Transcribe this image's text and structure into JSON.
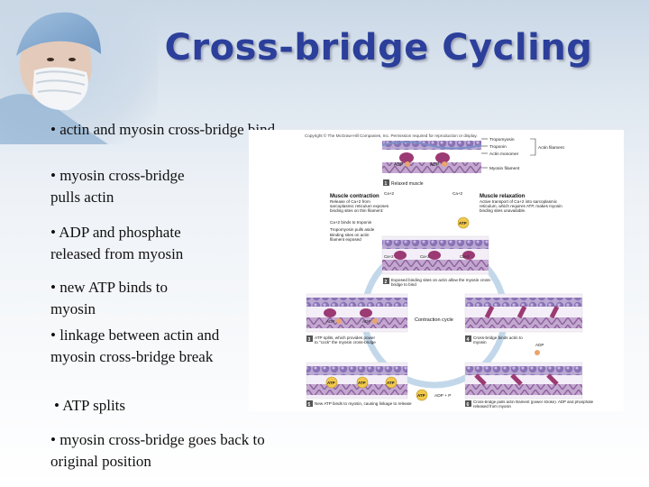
{
  "slide": {
    "title": "Cross-bridge Cycling",
    "bullets": [
      "• actin and myosin cross-bridge bind",
      "• myosin cross-bridge pulls actin",
      "• ADP and phosphate released from myosin",
      "• new ATP binds to myosin",
      "• linkage between actin and myosin cross-bridge break",
      "• ATP splits",
      "• myosin cross-bridge goes back to original position"
    ]
  },
  "figure": {
    "copyright": "Copyright © The McGraw-Hill Companies, Inc. Permission required for reproduction or display.",
    "labels": {
      "tropomyosin": "Tropomyosin",
      "troponin": "Troponin",
      "actin_monomer": "Actin monomer",
      "actin_filament": "Actin filament",
      "myosin_filament": "Myosin filament",
      "relaxed_muscle": "Relaxed muscle",
      "muscle_contraction": "Muscle contraction",
      "contraction_text": "Release of Ca+2 from sarcoplasmic reticulum exposes binding sites on thin filament:",
      "ca_binds": "Ca+2 binds to troponin",
      "tropomyosin_shifts": "Tropomyosin pulls aside",
      "binding_sites": "Binding sites on actin filament exposed",
      "muscle_relaxation": "Muscle relaxation",
      "relaxation_text": "Active transport of Ca+2 into sarcoplasmic reticulum, which requires ATP, makes myosin binding sites unavailable.",
      "contraction_cycle": "Contraction cycle",
      "step1": "Relaxed muscle",
      "step2": "Exposed binding sites on actin allow the myosin cross-bridge to bind",
      "step3": "ATP splits, which provides power to \"cock\" the myosin cross-bridge",
      "step4": "Cross-bridge binds actin to myosin",
      "step5": "New ATP binds to myosin, causing linkage to release",
      "step6": "Cross-bridge pulls actin filament (power stroke). ADP and phosphate released from myosin",
      "n1": "1",
      "n2": "2",
      "n3": "3",
      "n4": "4",
      "n5": "5",
      "n6": "6",
      "adp": "ADP",
      "p": "P",
      "atp": "ATP",
      "ca": "Ca+2",
      "adp_p": "ADP + P"
    }
  }
}
